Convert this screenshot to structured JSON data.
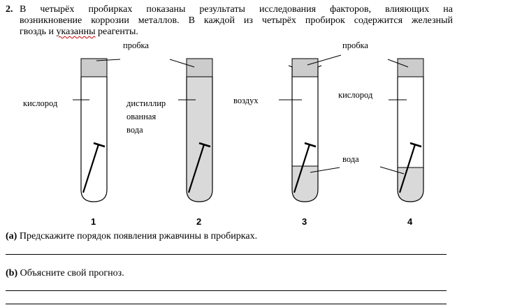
{
  "question": {
    "number": "2.",
    "text_line1": "В четырёх пробирках показаны результаты исследования факторов, влияющих на",
    "text_line2": "возникновение коррозии металлов. В каждой из четырёх пробирок содержится железный",
    "text_line3_a": "гвоздь и ",
    "text_line3_b": "указанны",
    "text_line3_c": " реагенты."
  },
  "diagram": {
    "labels": {
      "stopper_1": "пробка",
      "stopper_2": "пробка",
      "oxygen_1": "кислород",
      "distilled_1": "дистиллир",
      "distilled_2": "ованная",
      "distilled_3": "вода",
      "air": "воздух",
      "oxygen_2": "кислород",
      "water": "вода"
    },
    "tube_numbers": [
      "1",
      "2",
      "3",
      "4"
    ],
    "colors": {
      "liquid": "#d9d9d9",
      "stopper": "#cccccc",
      "outline": "#000000"
    }
  },
  "part_a": {
    "letter": "(a)",
    "text": " Предскажите порядок появления ржавчины в пробирках."
  },
  "part_b": {
    "letter": "(b)",
    "text": " Объясните свой прогноз."
  }
}
